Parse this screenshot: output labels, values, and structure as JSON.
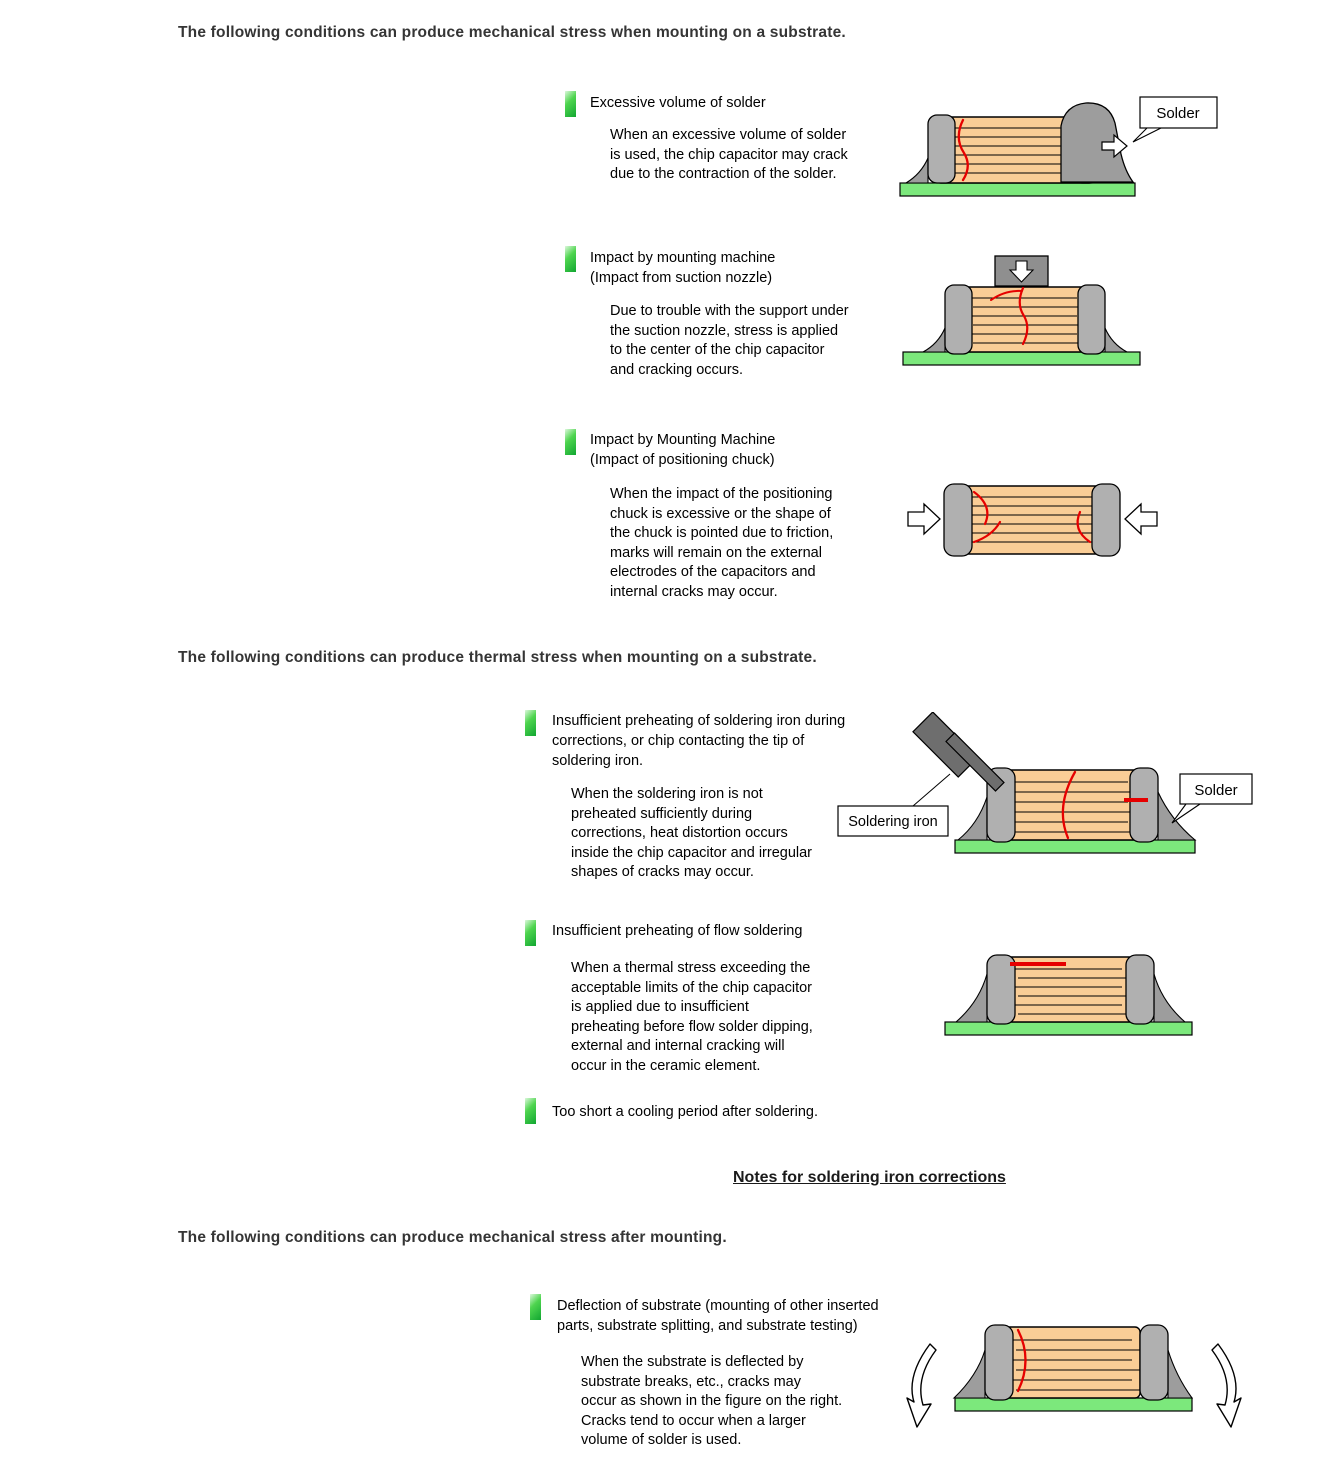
{
  "headings": {
    "mech_mounting": "The following conditions can produce mechanical stress when mounting on a substrate.",
    "thermal_mounting": "The following conditions can produce thermal stress when mounting on a substrate.",
    "mech_after": "The following conditions can produce mechanical stress after mounting."
  },
  "items": {
    "excessive_solder": {
      "title": "Excessive volume of solder",
      "body": "When an excessive volume of solder\nis used, the chip capacitor may crack\ndue to the contraction of the solder."
    },
    "nozzle_impact": {
      "title": "Impact by mounting machine\n(Impact from suction nozzle)",
      "body": "Due to trouble with the support under\nthe suction nozzle, stress is applied\nto the center of the chip capacitor\nand cracking occurs."
    },
    "chuck_impact": {
      "title": "Impact by Mounting Machine\n(Impact of positioning chuck)",
      "body": "When the impact of the positioning\nchuck is excessive or the shape of\nthe chuck is pointed due to friction,\nmarks will remain on the external\nelectrodes of the capacitors and\ninternal cracks may occur."
    },
    "iron_preheat": {
      "title": "Insufficient preheating of soldering iron during\ncorrections, or chip contacting the tip of\nsoldering iron.",
      "body": "When the soldering iron is not\npreheated sufficiently during\ncorrections, heat distortion occurs\ninside the chip capacitor and irregular\nshapes of cracks may occur."
    },
    "flow_preheat": {
      "title": "Insufficient preheating of flow soldering",
      "body": "When a thermal stress exceeding the\nacceptable limits of the chip capacitor\nis applied due to insufficient\npreheating before flow solder dipping,\nexternal and internal cracking will\noccur in the ceramic element."
    },
    "cooling": {
      "title": "Too short a cooling period after soldering."
    },
    "deflection": {
      "title": "Deflection of substrate (mounting of other inserted\nparts, substrate splitting, and substrate testing)",
      "body": "When the substrate is deflected by\nsubstrate breaks, etc., cracks may\noccur as shown in the figure on the right.\nCracks tend to occur when a larger\nvolume of solder is used."
    }
  },
  "labels": {
    "solder_callout_1": "Solder",
    "soldering_iron": "Soldering iron",
    "solder_callout_2": "Solder"
  },
  "link": {
    "text": "Notes for soldering iron corrections"
  },
  "colors": {
    "capacitor_body": "#FACD96",
    "termination": "#B0B0B0",
    "substrate": "#7CE87C",
    "solder": "#9D9D9D",
    "crack": "#E60000"
  }
}
